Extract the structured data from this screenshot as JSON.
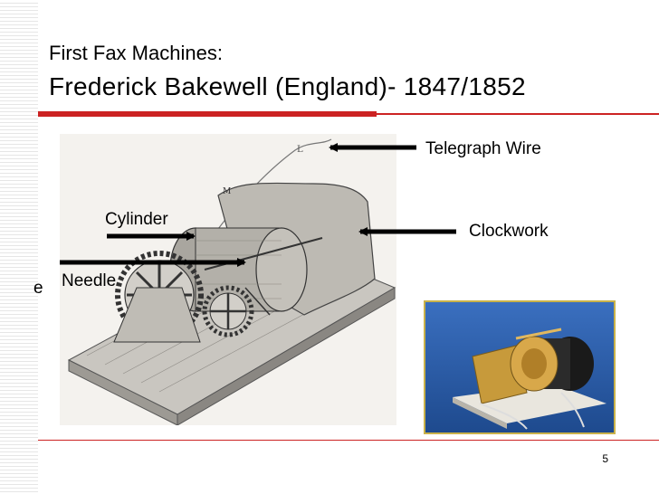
{
  "slide": {
    "title_line1": "First Fax Machines:",
    "title_line2": "Frederick Bakewell (England)- 1847/1852",
    "page_number": "5",
    "left_fragment": "e"
  },
  "labels": {
    "telegraph_wire": "Telegraph Wire",
    "clockwork": "Clockwork",
    "cylinder": "Cylinder",
    "needle": "Needle"
  },
  "images": {
    "engraving": "engraving-of-bakewell-fax-machine",
    "photo": "photo-of-bakewell-fax-machine-replica"
  },
  "colors": {
    "accent_rule": "#cc2222",
    "photo_border": "#c9b24a",
    "photo_background": "#2a5ea8"
  }
}
